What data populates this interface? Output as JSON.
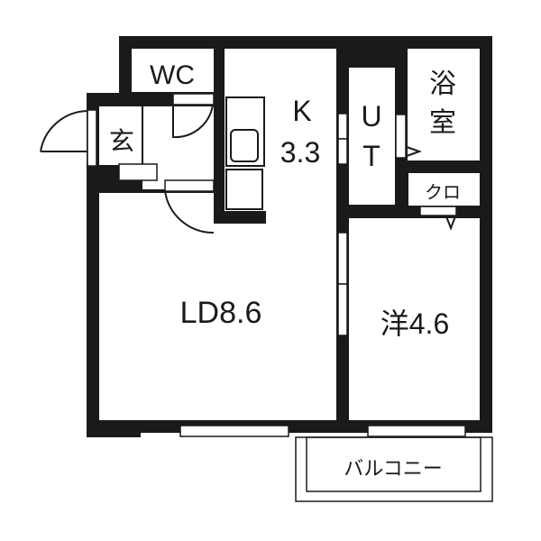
{
  "floor_plan": {
    "rooms": {
      "wc": {
        "label": "WC"
      },
      "entrance": {
        "label": "玄"
      },
      "kitchen": {
        "label_line1": "K",
        "label_line2": "3.3"
      },
      "utility": {
        "label_line1": "U",
        "label_line2": "T"
      },
      "bathroom": {
        "label_line1": "浴",
        "label_line2": "室"
      },
      "closet": {
        "label": "クロ"
      },
      "living_dining": {
        "label": "LD8.6"
      },
      "western_room": {
        "label": "洋4.6"
      },
      "balcony": {
        "label": "バルコニー"
      }
    },
    "colors": {
      "wall": "#1a1a1a",
      "background": "#ffffff"
    }
  }
}
